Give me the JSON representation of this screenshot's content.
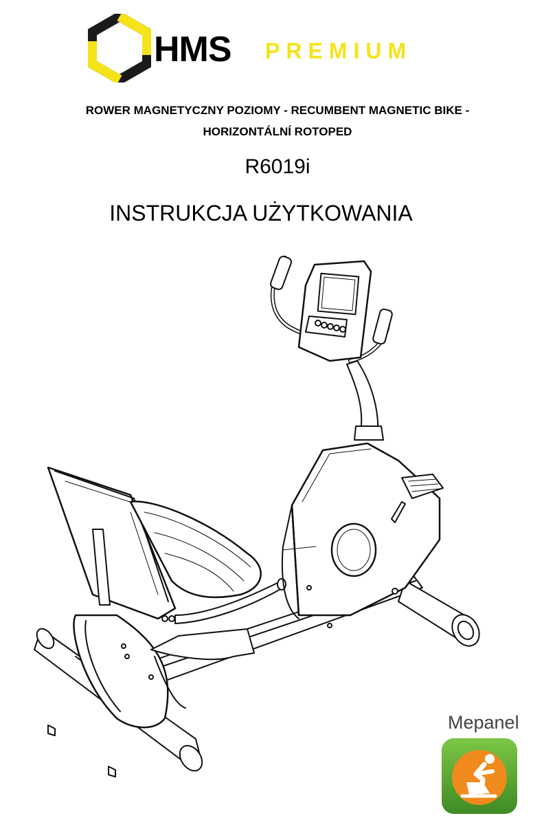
{
  "logo": {
    "hms": "HMS",
    "premium": "PREMIUM",
    "colors": {
      "mark": "#f5e31a",
      "dark": "#000000",
      "premium": "#f5e31a"
    }
  },
  "subtitle": {
    "line1": "ROWER MAGNETYCZNY POZIOMY - RECUMBENT MAGNETIC BIKE -",
    "line2": "HORIZONTÁLNÍ ROTOPED"
  },
  "model": "R6019i",
  "doc_title": "INSTRUKCJA UŻYTKOWANIA",
  "app": {
    "name": "Mepanel",
    "icon": "mepanel-app-icon",
    "colors": {
      "tile": "#4a9a2d",
      "circle": "#f08a1c"
    }
  }
}
